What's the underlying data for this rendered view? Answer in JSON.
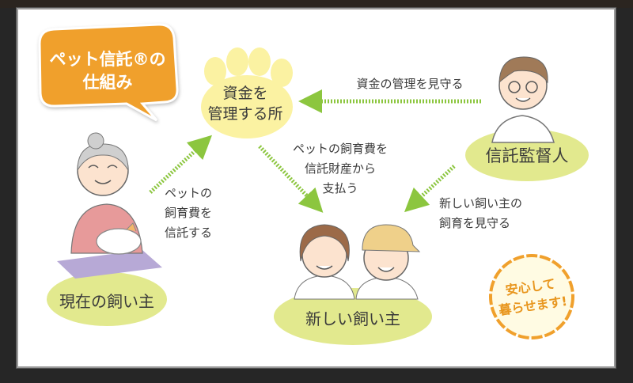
{
  "diagram": {
    "title_line1": "ペット信託®の",
    "title_line2": "仕組み",
    "fund_place_line1": "資金を",
    "fund_place_line2": "管理する所",
    "supervisor_label": "信託監督人",
    "current_owner_label": "現在の飼い主",
    "new_owner_label": "新しい飼い主",
    "arrow_supervisor_to_fund": "資金の管理を見守る",
    "arrow_owner_to_fund": [
      "ペットの",
      "飼育費を",
      "信託する"
    ],
    "arrow_fund_to_new_owner": [
      "ペットの飼育費を",
      "信託財産から",
      "支払う"
    ],
    "arrow_supervisor_to_new_owner": [
      "新しい飼い主の",
      "飼育を見守る"
    ],
    "badge": [
      "安心して",
      "暮らせます!"
    ]
  },
  "colors": {
    "backdrop": "#262626",
    "title_bubble": "#f0a02c",
    "paw": "#fbf2a2",
    "label_ellipse": "#e2e98e",
    "arrow": "#8cc63f",
    "badge": "#f0a02c"
  }
}
